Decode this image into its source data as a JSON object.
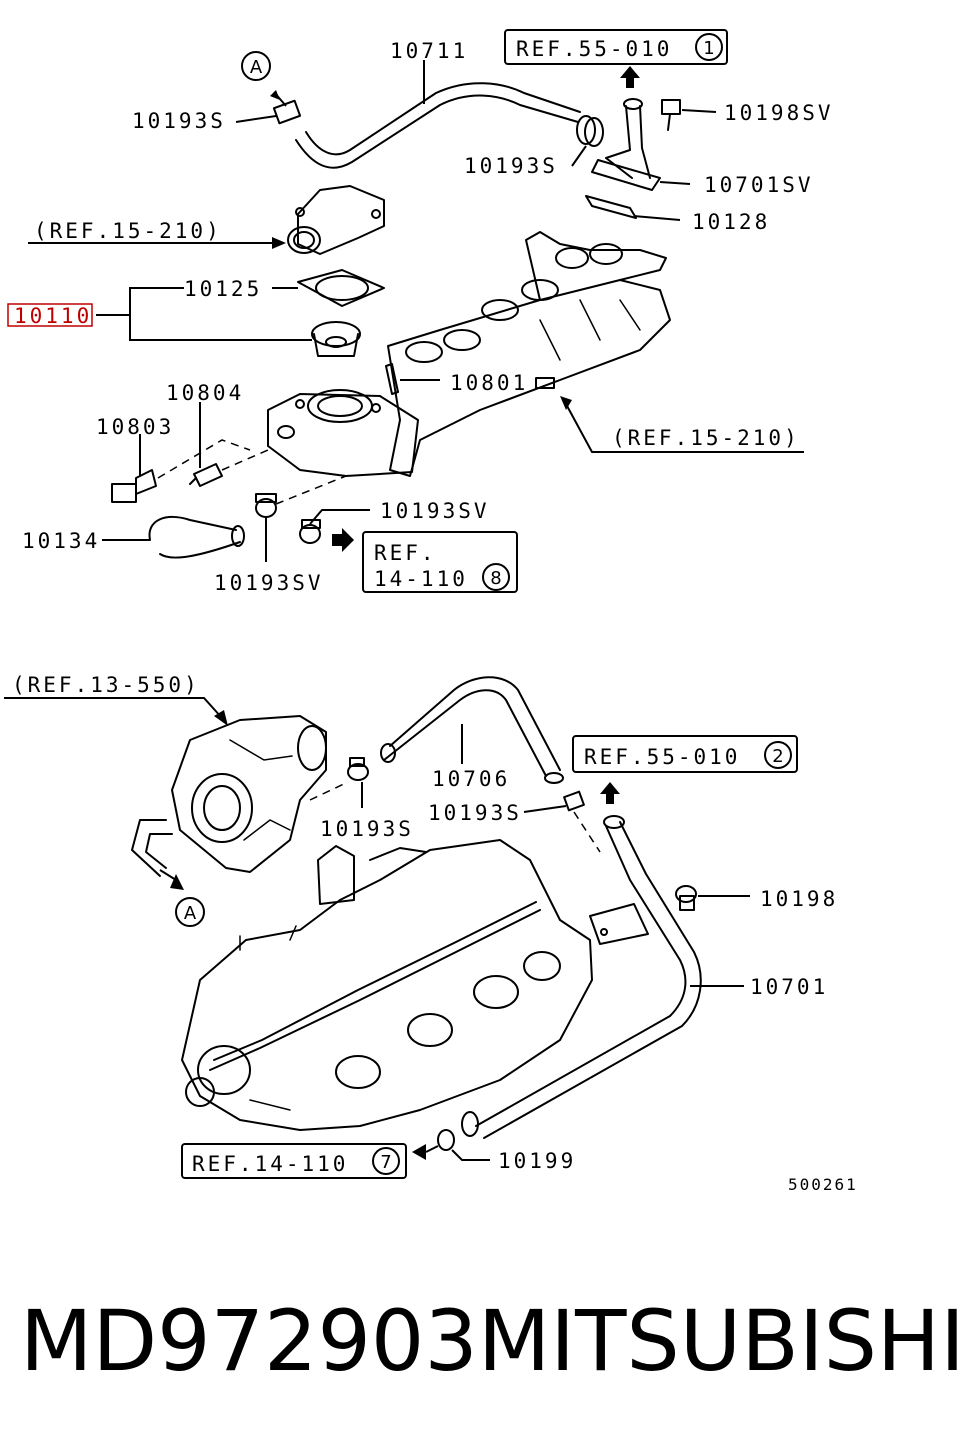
{
  "upper_diagram": {
    "callouts": {
      "p10711": "10711",
      "p10193S_left": "10193S",
      "p10193S_right": "10193S",
      "p10198SV": "10198SV",
      "p10701SV": "10701SV",
      "p10128": "10128",
      "p10125": "10125",
      "p10110": "10110",
      "p10804": "10804",
      "p10803": "10803",
      "p10801": "10801",
      "p10134": "10134",
      "p10193SV_a": "10193SV",
      "p10193SV_b": "10193SV"
    },
    "refs": {
      "ref_55_010": {
        "text": "REF.55-010",
        "circle": "1"
      },
      "ref_15_210_top": "(REF.15-210)",
      "ref_15_210_right": "(REF.15-210)",
      "ref_14_110": {
        "line1": "REF.",
        "line2": "14-110",
        "circle": "8"
      }
    },
    "marker_a": "A"
  },
  "lower_diagram": {
    "callouts": {
      "p10706": "10706",
      "p10193S_a": "10193S",
      "p10193S_b": "10193S",
      "p10198": "10198",
      "p10701": "10701",
      "p10199": "10199"
    },
    "refs": {
      "ref_13_550": "(REF.13-550)",
      "ref_55_010": {
        "text": "REF.55-010",
        "circle": "2"
      },
      "ref_14_110": {
        "text": "REF.14-110",
        "circle": "7"
      }
    },
    "marker_a": "A",
    "drawing_number": "500261"
  },
  "footer": {
    "part_number": "MD972903",
    "brand": "MITSUBISHI"
  },
  "highlight_color": "#c00000"
}
